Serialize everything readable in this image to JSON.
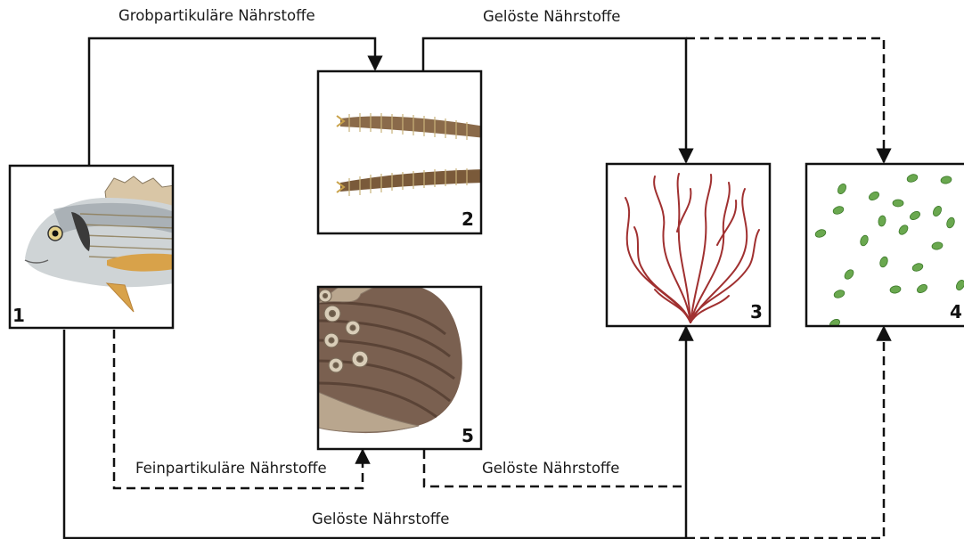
{
  "labels": {
    "coarse": "Grobpartikuläre Nährstoffe",
    "dissolved_top": "Gelöste Nährstoffe",
    "fine": "Feinpartikuläre Nährstoffe",
    "dissolved_mid": "Gelöste Nährstoffe",
    "dissolved_bottom": "Gelöste Nährstoffe"
  },
  "boxes": [
    {
      "number": "1",
      "organism": "fish"
    },
    {
      "number": "2",
      "organism": "worms"
    },
    {
      "number": "3",
      "organism": "seaweed"
    },
    {
      "number": "4",
      "organism": "microalgae"
    },
    {
      "number": "5",
      "organism": "oyster"
    }
  ],
  "colors": {
    "line": "#111111",
    "fish_silver": "#cfd4d6",
    "fish_fin": "#d8a24a",
    "worm": "#8a6a4a",
    "seaweed": "#a03030",
    "algae": "#6aa84f",
    "oyster": "#7a6050"
  }
}
